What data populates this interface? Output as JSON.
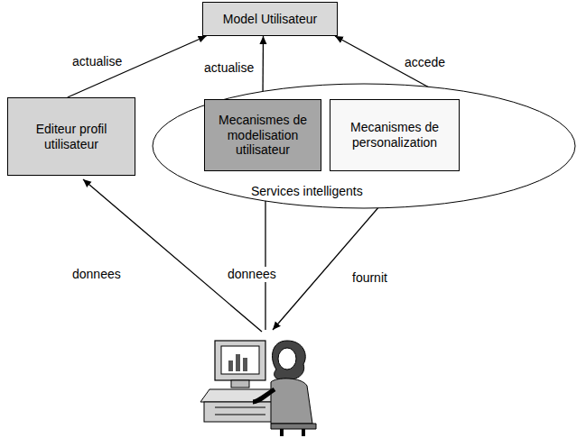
{
  "diagram": {
    "nodes": [
      {
        "text": [
          "Model Utilisateur"
        ]
      },
      {
        "text": [
          "Editeur profil utilisateur"
        ]
      },
      {
        "text": [
          "Services intelligents"
        ]
      },
      {
        "text": [
          "Mecanismes de modelisation utilisateur"
        ],
        "in": 2
      },
      {
        "text": [
          "Mecanismes de personalization"
        ],
        "in": 2
      }
    ],
    "edges": [
      {
        "from": 1,
        "to": 0,
        "label": "actualise",
        "arrow": "to"
      },
      {
        "from": 3,
        "to": 0,
        "label": "actualise",
        "arrow": "to"
      },
      {
        "from": 4,
        "to": 0,
        "label": "accede",
        "arrow": "to"
      }
    ],
    "labels": [
      "donnees",
      "donnees",
      "fournit"
    ]
  }
}
